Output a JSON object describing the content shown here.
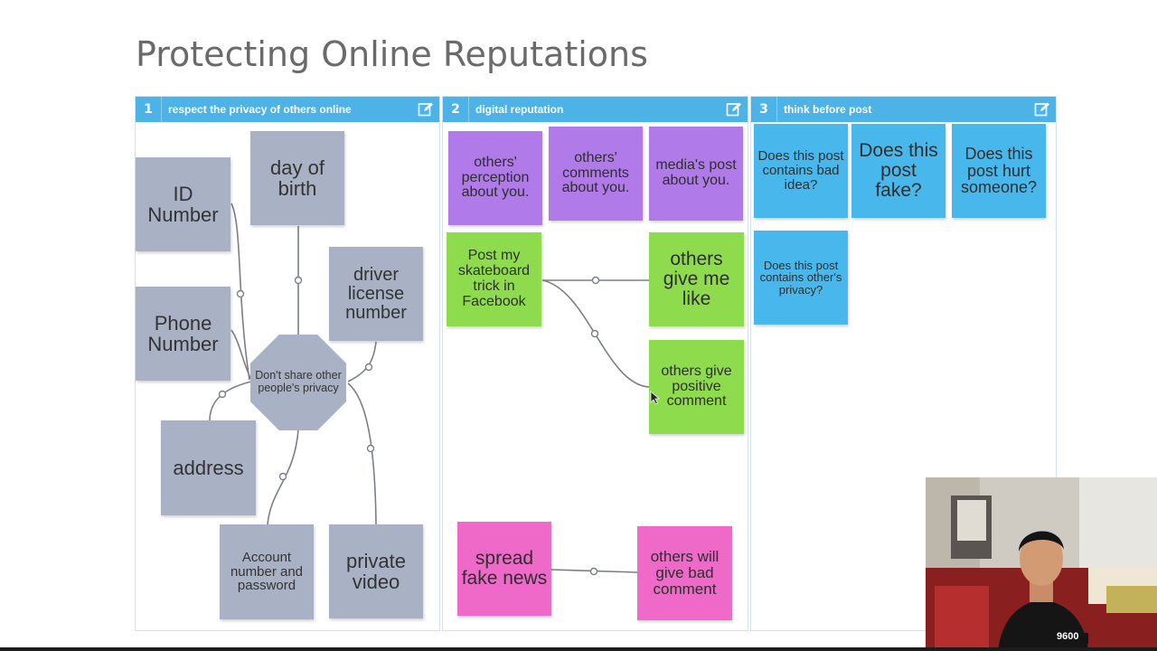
{
  "slide": {
    "title": "Protecting Online Reputations"
  },
  "columns": [
    {
      "number": "1",
      "title": "respect the privacy of others online"
    },
    {
      "number": "2",
      "title": "digital reputation"
    },
    {
      "number": "3",
      "title": "think before post"
    }
  ],
  "col1": {
    "center": "Don't share other people's privacy",
    "notes": [
      "ID Number",
      "day of birth",
      "Phone Number",
      "driver license number",
      "address",
      "Account number and password",
      "private video"
    ]
  },
  "col2": {
    "notes": [
      "others' perception about you.",
      "others' comments about you.",
      "media's post about you.",
      "Post my skateboard trick in Facebook",
      "others give me like",
      "others give positive comment",
      "spread fake news",
      "others will give bad comment"
    ]
  },
  "col3": {
    "notes": [
      "Does this post contains bad idea?",
      "Does this post fake?",
      "Does this post hurt someone?",
      "Does this post contains other's privacy?"
    ]
  },
  "video": {
    "shirt_text": "9600"
  },
  "colors": {
    "header": "#4db3e6",
    "gray_note": "#a9b2c4",
    "purple_note": "#b07ae8",
    "green_note": "#8fdb4e",
    "blue_note": "#48b7ec",
    "pink_note": "#ef6ac8"
  }
}
